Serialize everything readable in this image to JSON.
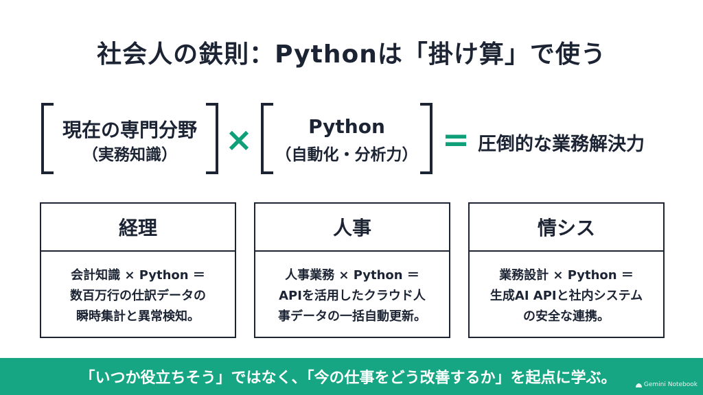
{
  "title": "社会人の鉄則：Pythonは「掛け算」で使う",
  "formula": {
    "left": {
      "main": "現在の専門分野",
      "sub": "（実務知識）"
    },
    "operator_times": "×",
    "right": {
      "main": "Python",
      "sub": "（自動化・分析力）"
    },
    "operator_equals": "=",
    "result": "圧倒的な業務解決力"
  },
  "cards": [
    {
      "title": "経理",
      "lines": [
        "会計知識 × Python ＝",
        "数百万行の仕訳データの",
        "瞬時集計と異常検知。"
      ]
    },
    {
      "title": "人事",
      "lines": [
        "人事業務 × Python ＝",
        "APIを活用したクラウド人",
        "事データの一括自動更新。"
      ]
    },
    {
      "title": "情シス",
      "lines": [
        "業務設計 × Python ＝",
        "生成AI APIと社内システム",
        "の安全な連携。"
      ]
    }
  ],
  "footer": {
    "message": "「いつか役立ちそう」ではなく、「今の仕事をどう改善するか」を起点に学ぶ。",
    "brand": "Gemini Notebook"
  },
  "colors": {
    "accent": "#17a683",
    "operator": "#0fa07a",
    "text": "#1c2434"
  }
}
